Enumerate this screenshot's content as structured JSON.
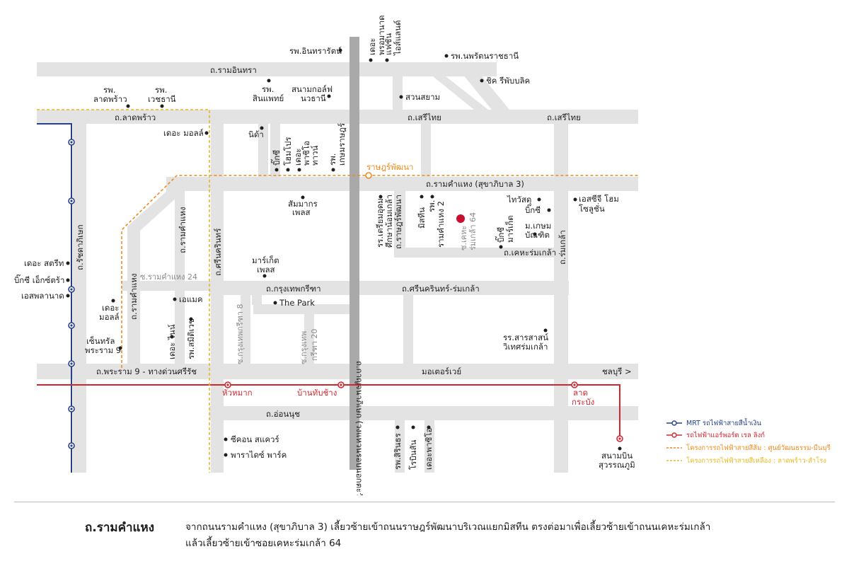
{
  "colors": {
    "road": "#e3e3e3",
    "expressway": "#a9a9a9",
    "mrt_blue": "#27408b",
    "arl_red": "#d4262f",
    "orange_line": "#ef8a1b",
    "yellow_line": "#e8b820",
    "target": "#c8102e"
  },
  "icons": {
    "poi": "black-dot-icon",
    "station": "station-ring-icon",
    "target": "red-pin-dot-icon"
  },
  "roads": {
    "ram_intra": "ถ.รามอินทรา",
    "lat_phrao": "ถ.ลาดพร้าว",
    "seri_thai_1": "ถ.เสรีไทย",
    "seri_thai_2": "ถ.เสรีไทย",
    "ramkhamhaeng": "ถ.รามคำแหง (สุขาภิบาล 3)",
    "krungthep_kritha": "ถ.กรุงเทพกรีฑา",
    "srinakarin_romklao": "ถ.ศรีนครินทร์-ร่มเกล้า",
    "rama9": "ถ.พระราม 9 - ทางด่วนศรีรัช",
    "motorway": "มอเตอร์เวย์",
    "chonburi": "ชลบุรี >",
    "on_nut": "ถ.อ่อนนุช",
    "ratchada": "ถ.รัชดาภิเษก",
    "ramkhamhaeng_west": "ถ.รามคำแหง",
    "ramkhamhaeng_left": "ถ.รามคำแหง",
    "srinakarin": "ถ.ศรีนครินทร์",
    "outer_ring": "ถ.กาญจนาภิเษก (วงแหวนรอบนอกตะวันออก)",
    "ratchaphruek_phatthana": "ถ.ราษฎร์พัฒนา",
    "romklao_road": "ถ.ร่มเกล้า",
    "keha_romklao": "ถ.เคหะร่มเกล้า",
    "soi_ram24": "ซ.รามคำแหง 24",
    "soi_kt8": "ซ.กรุงเทพกรีฑา 8",
    "soi_kt20_a": "ซ.กรุงเทพ",
    "soi_kt20_b": "กรีฑา 20",
    "soi_keha64_a": "ซ.เคหะ",
    "soi_keha64_b": "ร่มเกล้า 64"
  },
  "places": {
    "ramintra_hosp": "รพ.อินทรารัตน์",
    "the_promenade_a": "เดอะ",
    "the_promenade_b": "พรอมานาด",
    "fashion_island_a": "แฟชั่น",
    "fashion_island_b": "ไอส์แลนด์",
    "nopparat_hosp": "รพ.นพรัตนราชธานี",
    "chic_republic": "ชิค รีพับบลิค",
    "ladphrao_hosp_a": "รพ.",
    "ladphrao_hosp_b": "ลาดพร้าว",
    "vejthani_a": "รพ.",
    "vejthani_b": "เวชธานี",
    "sinphaet_a": "รพ.",
    "sinphaet_b": "สินแพทย์",
    "golf_a": "สนามกอล์ฟ",
    "golf_b": "นวธานี",
    "siam_park": "สวนสยาม",
    "the_mall": "เดอะ มอลล์",
    "nida": "นิด้า",
    "bigc_1": "บิ๊กซี",
    "homepro": "โฮมโปร",
    "the_paseo_a": "เดอะ",
    "the_paseo_b": "พาซิโอ",
    "the_paseo_c": "ทาวน์",
    "kasemrad_a": "รพ.",
    "kasemrad_b": "เกษมราษฎร์",
    "ratpattana_station": "ราษฎร์พัฒนา",
    "samakorn_a": "สัมมากร",
    "samakorn_b": "เพลส",
    "triam_a": "รร.เตรียมอุดม",
    "triam_b": "ศึกษาน้อมเกล้า",
    "minburi_market": "มิสทีน",
    "ram2_hosp_a": "รพ.",
    "ram2_hosp_b": "รามคำแหง 2",
    "thaiwatsadu": "ไทวัสดุ",
    "bigc_2": "บิ๊กซี",
    "scg_a": "เอสซีจี โฮม",
    "scg_b": "โซลูชั่น",
    "kasem_bundit_a": "ม.เกษม",
    "kasem_bundit_b": "บัณฑิต",
    "bigc_market_a": "บิ๊กซี",
    "bigc_market_b": "มาร์เก็ต",
    "market_place_a": "มาร์เก็ต",
    "market_place_b": "เพลส",
    "the_street": "เดอะ สตรีท",
    "bigc_extra": "บิ๊กซี เอ็กซ์ตร้า",
    "esplanade": "เอสพลานาด",
    "the_mall_2_a": "เดอะ",
    "the_mall_2_b": "มอลล์",
    "central_a": "เซ็นทรัล",
    "central_b": "พระราม 9",
    "amake": "เอแมค",
    "the_nine": "เดอะ ไนน์",
    "samitivej": "รพ.สมิติเวช",
    "the_park": "The Park",
    "sarasas": "รร.สารสาสน์",
    "sarasas_b": "วิเทศร่มเกล้า",
    "hua_mak": "หัวหมาก",
    "ban_thap_chang": "บ้านทับช้าง",
    "lat_krabang_a": "ลาด",
    "lat_krabang_b": "กระบัง",
    "seacon": "ซีคอน สแควร์",
    "paradise": "พาราไดซ์ พาร์ค",
    "sirinthorn_hosp": "รพ.สิรินธร",
    "robinson": "โรบินสัน",
    "the_paseo_2": "เดอะพาซิโอ",
    "airport_a": "สนามบิน",
    "airport_b": "สุวรรณภูมิ"
  },
  "legend": {
    "mrt": "MRT รถไฟฟ้าสายสีน้ำเงิน",
    "arl": "รถไฟฟ้าแอร์พอร์ต เรล ลิงก์",
    "orange": "โครงการรถไฟฟ้าสายสีส้ม : ศูนย์วัฒนธรรม-มีนบุรี",
    "yellow": "โครงการรถไฟฟ้าสายสีเหลือง : ลาดพร้าว-สำโรง"
  },
  "directions": {
    "title": "ถ.รามคำแหง",
    "line1": "จากถนนรามคำแหง (สุขาภิบาล 3) เลี้ยวซ้ายเข้าถนนราษฎร์พัฒนาบริเวณแยกมิสทีน ตรงต่อมาเพื่อเลี้ยวซ้ายเข้าถนนเคหะร่มเกล้า",
    "line2": "แล้วเลี้ยวซ้ายเข้าซอยเคหะร่มเกล้า 64"
  }
}
